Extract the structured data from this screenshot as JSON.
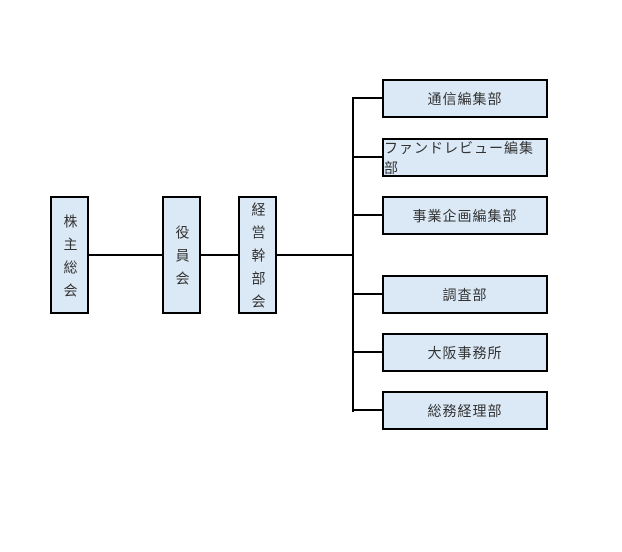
{
  "org_chart": {
    "governance_nodes": [
      {
        "id": "shareholders-meeting",
        "label": "株主総会"
      },
      {
        "id": "board-of-directors",
        "label": "役員会"
      },
      {
        "id": "executive-committee",
        "label": "経営幹部会"
      }
    ],
    "department_nodes": [
      {
        "id": "communications-editorial",
        "label": "通信編集部"
      },
      {
        "id": "fund-review-editorial",
        "label": "ファンドレビュー編集部"
      },
      {
        "id": "business-planning-editorial",
        "label": "事業企画編集部"
      },
      {
        "id": "research-department",
        "label": "調査部"
      },
      {
        "id": "osaka-office",
        "label": "大阪事務所"
      },
      {
        "id": "general-affairs-accounting",
        "label": "総務経理部"
      }
    ],
    "colors": {
      "node_fill": "#dbe8f5",
      "node_border": "#000000",
      "connector": "#000000",
      "text": "#333333",
      "background": "#ffffff"
    }
  }
}
